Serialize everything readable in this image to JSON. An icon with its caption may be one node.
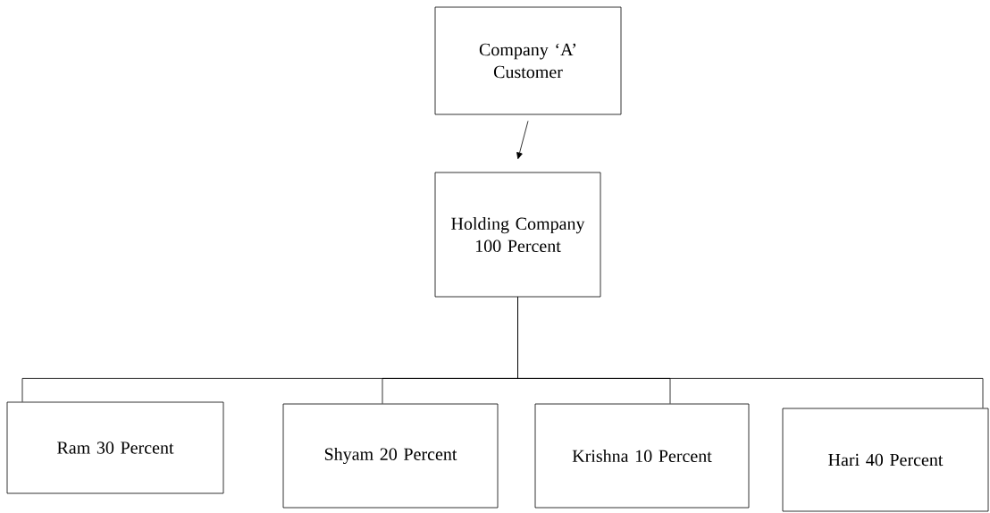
{
  "diagram": {
    "nodes": [
      {
        "text": [
          "Company ‘A’ Customer"
        ]
      },
      {
        "text": [
          "Holding Company 100 Percent"
        ]
      },
      {
        "text": [
          "Ram 30 Percent"
        ]
      },
      {
        "text": [
          "Shyam 20 Percent"
        ]
      },
      {
        "text": [
          "Krishna 10 Percent"
        ]
      },
      {
        "text": [
          "Hari 40 Percent"
        ]
      }
    ],
    "edges": [
      {
        "from": 0,
        "to": 1,
        "arrow": "to"
      },
      {
        "from": 1,
        "to": 2,
        "arrow": "none"
      },
      {
        "from": 1,
        "to": 3,
        "arrow": "none"
      },
      {
        "from": 1,
        "to": 4,
        "arrow": "none"
      },
      {
        "from": 1,
        "to": 5,
        "arrow": "none"
      }
    ]
  }
}
